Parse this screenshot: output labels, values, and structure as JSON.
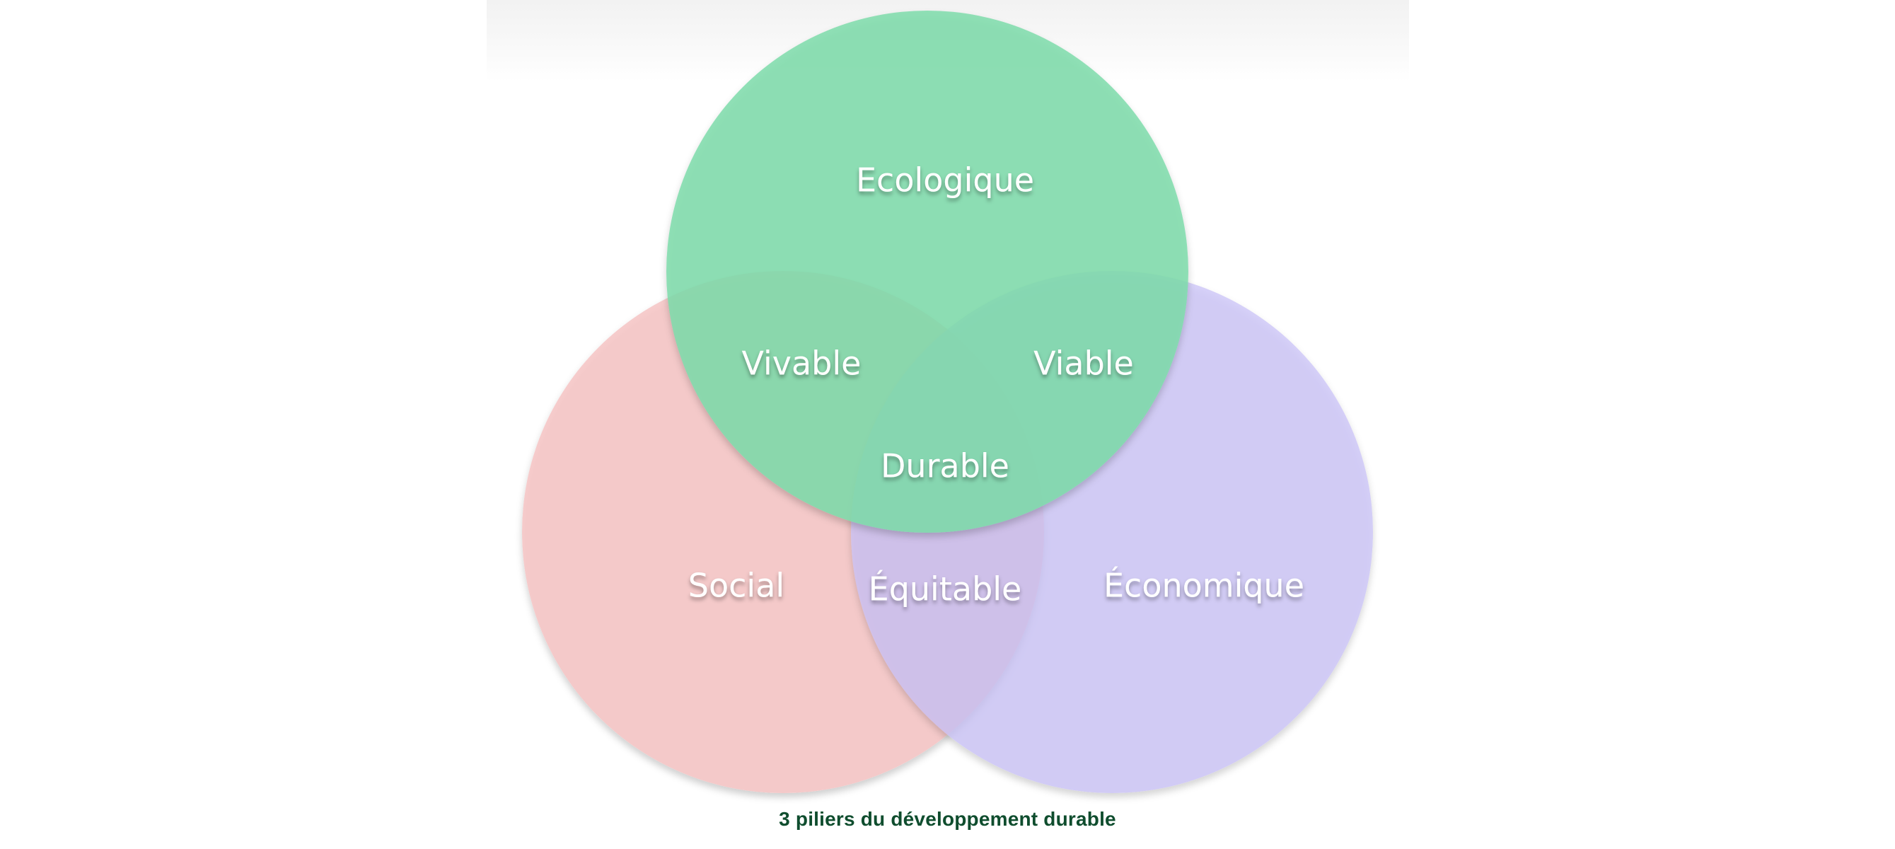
{
  "diagram": {
    "type": "venn-3",
    "caption": "3 piliers du développement durable",
    "colors": {
      "ecologique": "#7edcaa",
      "social": "#f6c4c4",
      "economique": "#c9c1f7",
      "label": "#ffffff",
      "caption": "#0f4d2e"
    },
    "sets": [
      {
        "key": "ecologique",
        "label": "Ecologique"
      },
      {
        "key": "social",
        "label": "Social"
      },
      {
        "key": "economique",
        "label": "Économique"
      }
    ],
    "intersections": [
      {
        "key": "vivable",
        "label": "Vivable",
        "sets": [
          "ecologique",
          "social"
        ]
      },
      {
        "key": "viable",
        "label": "Viable",
        "sets": [
          "ecologique",
          "economique"
        ]
      },
      {
        "key": "equitable",
        "label": "Équitable",
        "sets": [
          "social",
          "economique"
        ]
      },
      {
        "key": "durable",
        "label": "Durable",
        "sets": [
          "ecologique",
          "social",
          "economique"
        ]
      }
    ]
  }
}
